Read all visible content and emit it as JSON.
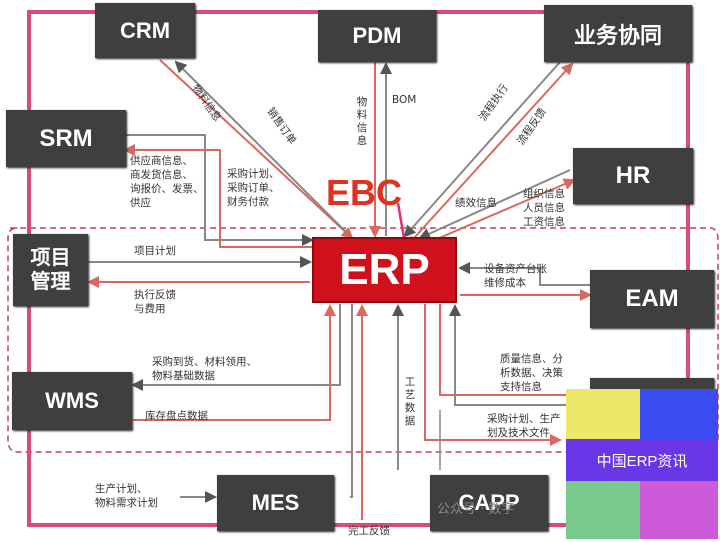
{
  "center": {
    "erp": "ERP",
    "ebc": "EBC"
  },
  "systems": {
    "crm": "CRM",
    "pdm": "PDM",
    "collab": "业务协同",
    "srm": "SRM",
    "hr": "HR",
    "pm": "项目\n管理",
    "eam": "EAM",
    "wms": "WMS",
    "mes": "MES",
    "capp": "CAPP"
  },
  "labels": {
    "crm_a": "物料信息",
    "crm_b": "销售订单",
    "pdm_a": "物料信息",
    "pdm_b": "BOM",
    "collab_a": "流程执行",
    "collab_b": "流程反馈",
    "srm_a": "供应商信息、\n商发货信息、\n询报价、发票、\n供应",
    "srm_b": "采购计划、\n采购订单、\n财务付款",
    "hr_a": "绩效信息",
    "hr_b": "组织信息\n人员信息\n工资信息",
    "pm_a": "项目计划",
    "pm_b": "执行反馈\n与费用",
    "eam_a": "设备资产台账\n维修成本",
    "q_a": "质量信息、分\n析数据、决策\n支持信息",
    "wms_a": "采购到货、材料领用、\n物料基础数据",
    "wms_b": "库存盘点数据",
    "capp_a": "工艺数据",
    "capp_b": "采购计划、生产\n划及技术文件",
    "mes_a": "生产计划、\n物料需求计划",
    "mes_b": "完工反馈"
  },
  "legend": {
    "text": "中国ERP资讯",
    "colors": [
      "#ece96a",
      "#3b4cf0",
      "#6a37e6",
      "#7ac98c",
      "#cc5ad8"
    ]
  },
  "watermark": "公众号 · 数字",
  "colors": {
    "frame": "#d94a78",
    "erp": "#d0101a",
    "box": "#3f3f3f",
    "arrow": "#e0706a",
    "dash": "#c0445a"
  }
}
